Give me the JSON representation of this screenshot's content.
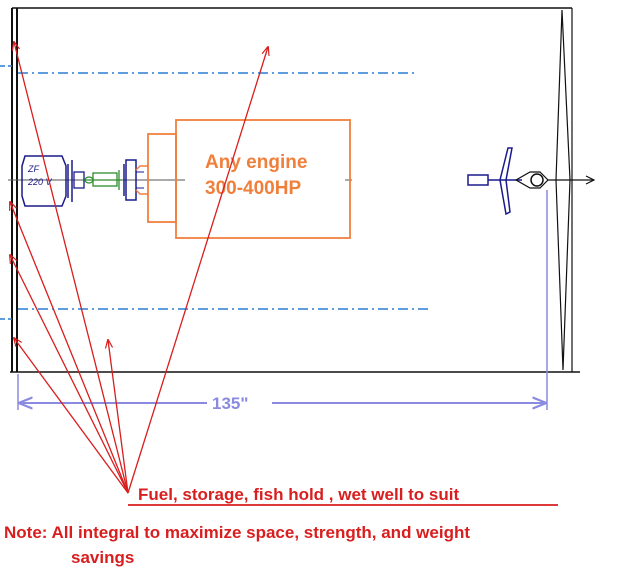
{
  "engine": {
    "line1": "Any engine",
    "line2": "300-400HP"
  },
  "gearbox": {
    "line1": "ZF",
    "line2": "220 V"
  },
  "dimension": {
    "label": "135\""
  },
  "callout": {
    "label": "Fuel, storage, fish hold , wet well to suit"
  },
  "note": {
    "line1": "Note:  All integral to maximize space, strength, and weight",
    "line2": "savings"
  },
  "colors": {
    "hull": "#111111",
    "engine": "#f07f3c",
    "drivetrain": "#1a1a8c",
    "coupling": "#2e8b2e",
    "tank_line": "#2a7fd4",
    "dimension": "#8a8ae0",
    "annotation": "#d81e1e"
  }
}
